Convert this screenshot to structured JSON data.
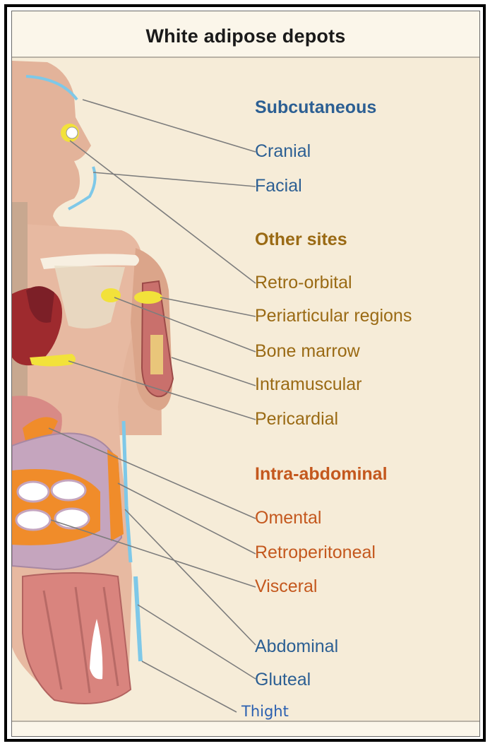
{
  "title": "White adipose depots",
  "groups": {
    "subcutaneous": {
      "header": "Subcutaneous",
      "items": [
        "Cranial",
        "Facial"
      ]
    },
    "other_sites": {
      "header": "Other sites",
      "items": [
        "Retro-orbital",
        "Periarticular regions",
        "Bone marrow",
        "Intramuscular",
        "Pericardial"
      ]
    },
    "intra_abdominal": {
      "header": "Intra-abdominal",
      "items": [
        "Omental",
        "Retroperitoneal",
        "Visceral"
      ]
    },
    "lower_subcutaneous": {
      "items": [
        "Abdominal",
        "Gluteal",
        "Thight"
      ]
    }
  },
  "colors": {
    "subcutaneous": "#2c5f93",
    "other_sites": "#9a6a14",
    "intra_abdominal": "#c4581e",
    "background": "#f6ecd8",
    "skin": "#e3b39a",
    "fat_yellow": "#f2e23a",
    "fat_blue": "#7ec8e8"
  }
}
